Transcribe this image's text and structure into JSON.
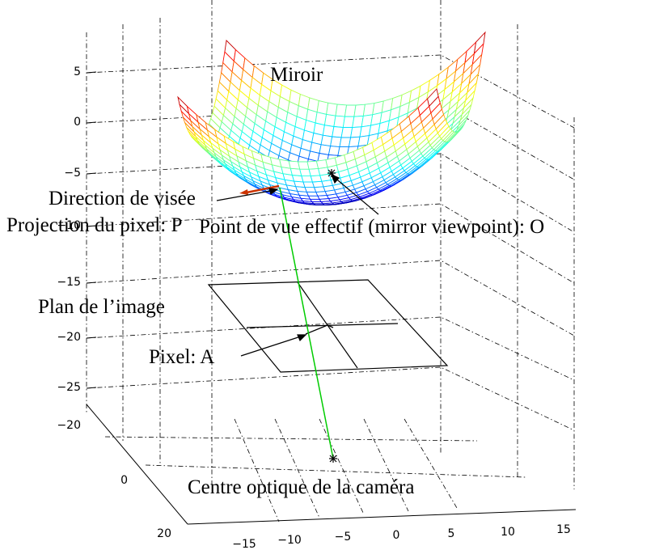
{
  "axes": {
    "z_ticks": [
      "5",
      "0",
      "−5",
      "−10",
      "−15",
      "−20",
      "−25"
    ],
    "y_ticks": [
      "−20",
      "0",
      "20"
    ],
    "x_ticks": [
      "−15",
      "−10",
      "−5",
      "0",
      "5",
      "10",
      "15"
    ]
  },
  "labels": {
    "mirror": "Miroir",
    "view_direction": "Direction de visée",
    "viewpoint": "Point de vue effectif (mirror viewpoint): O",
    "pixel_projection": "Projection du pixel: P",
    "image_plane": "Plan de l’image",
    "pixel": "Pixel: A",
    "optical_center": "Centre optique de la caméra"
  },
  "colors": {
    "surface_scale": [
      "#00008f",
      "#0000ff",
      "#00a0ff",
      "#00ffff",
      "#80ff80",
      "#ffff00",
      "#ff8000",
      "#ff0000",
      "#800000"
    ],
    "ray": "#00cc00",
    "direction_arrow": "#cc3300",
    "lines": "#000000"
  }
}
